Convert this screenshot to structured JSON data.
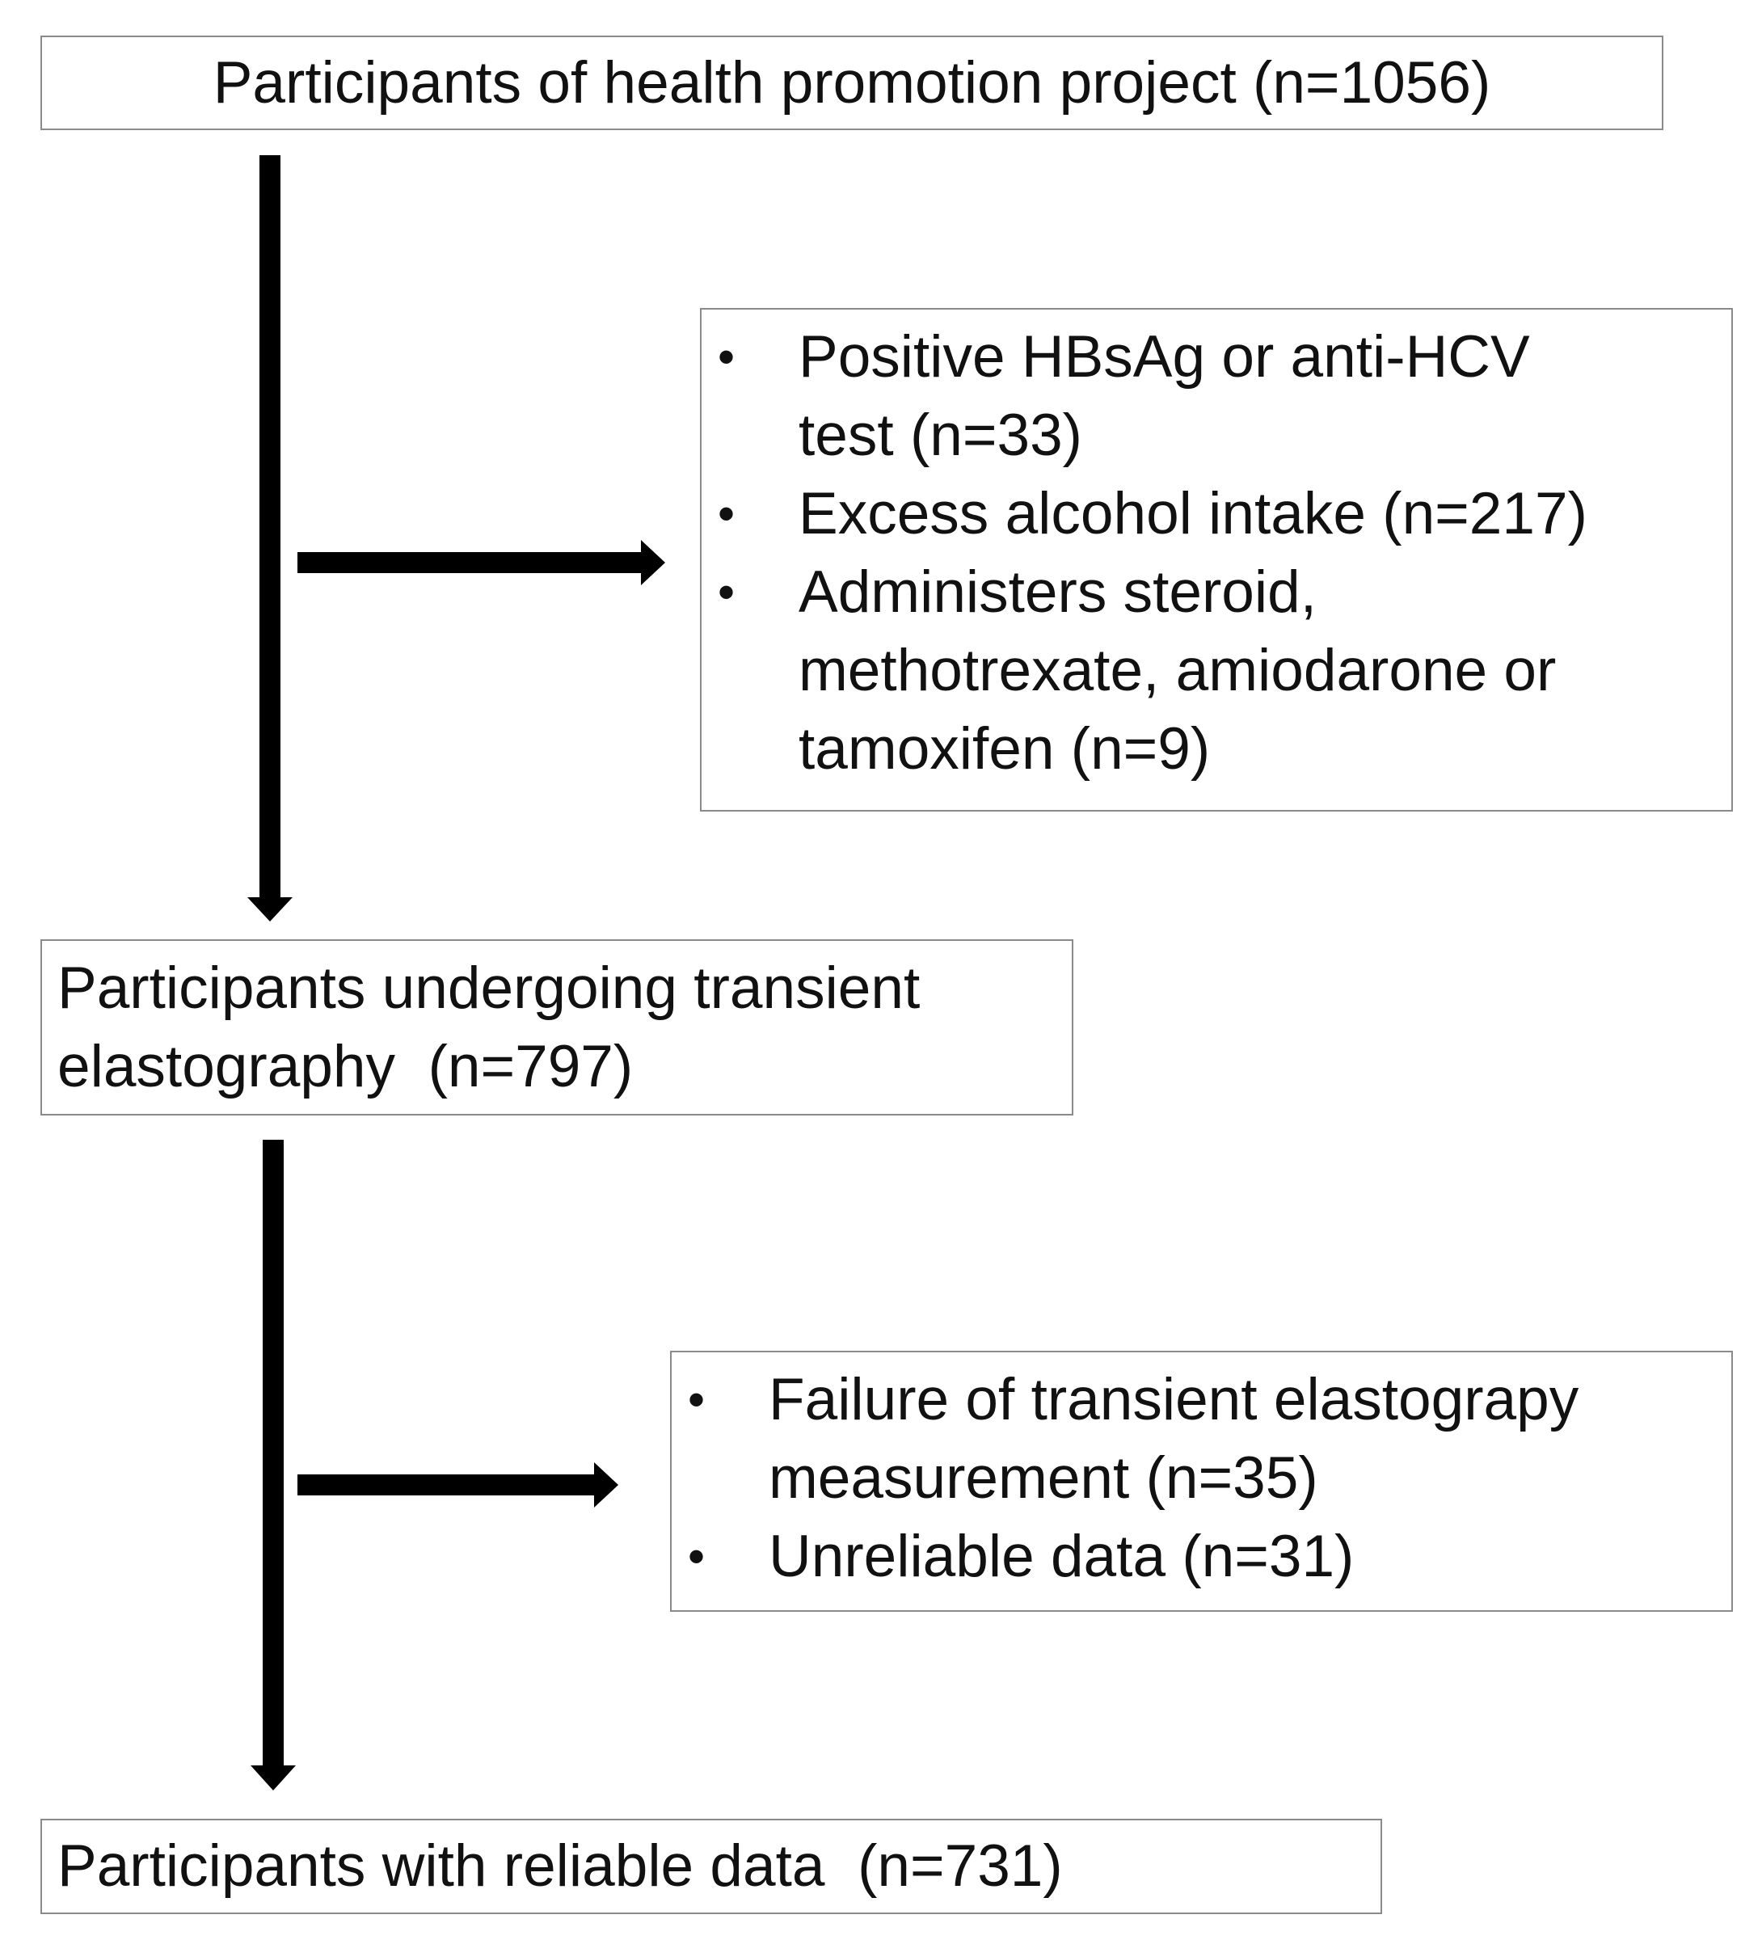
{
  "flowchart": {
    "total": {
      "label": "Participants of health promotion project (n=1056)"
    },
    "exclusion_1": {
      "items": [
        {
          "lines": [
            "Positive HBsAg or anti-HCV",
            "test (n=33)"
          ]
        },
        {
          "lines": [
            "Excess alcohol intake (n=217)"
          ]
        },
        {
          "lines": [
            "Administers steroid,",
            "methotrexate, amiodarone or",
            "tamoxifen (n=9)"
          ]
        }
      ]
    },
    "elastography": {
      "lines": [
        "Participants undergoing transient",
        "elastography  (n=797)"
      ]
    },
    "exclusion_2": {
      "items": [
        {
          "lines": [
            "Failure of transient elastograpy",
            "measurement (n=35)"
          ]
        },
        {
          "lines": [
            "Unreliable data (n=31)"
          ]
        }
      ]
    },
    "final": {
      "label": "Participants with reliable data  (n=731)"
    },
    "bullet_symbol": "•"
  }
}
